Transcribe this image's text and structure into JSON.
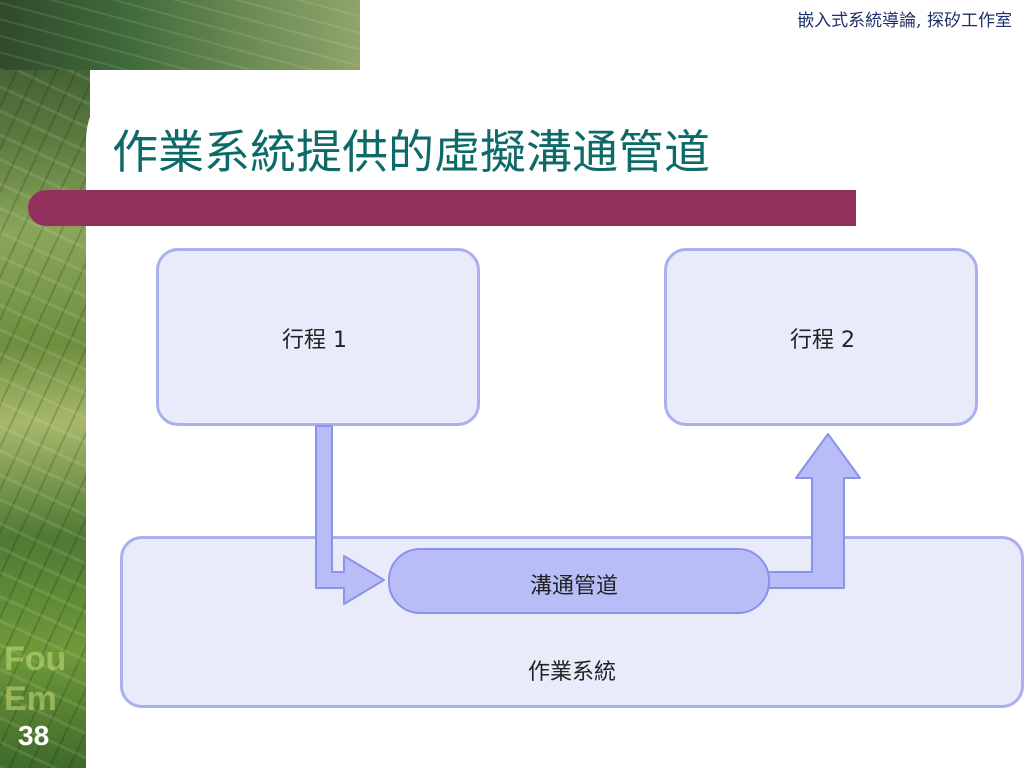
{
  "header": {
    "course_text": "嵌入式系統導論, 探矽工作室"
  },
  "slide": {
    "title": "作業系統提供的虛擬溝通管道",
    "number": "38",
    "bg_text_1": "Fou",
    "bg_text_2": "Em"
  },
  "diagram": {
    "process1_label": "行程 1",
    "process2_label": "行程 2",
    "channel_label": "溝通管道",
    "os_label": "作業系統"
  },
  "colors": {
    "title": "#0d6a68",
    "title_bar": "#94305e",
    "box_fill": "#e9ebfb",
    "box_border": "#aab0ee",
    "arrow_fill": "#b8bdf7",
    "arrow_stroke": "#8b92ea"
  }
}
